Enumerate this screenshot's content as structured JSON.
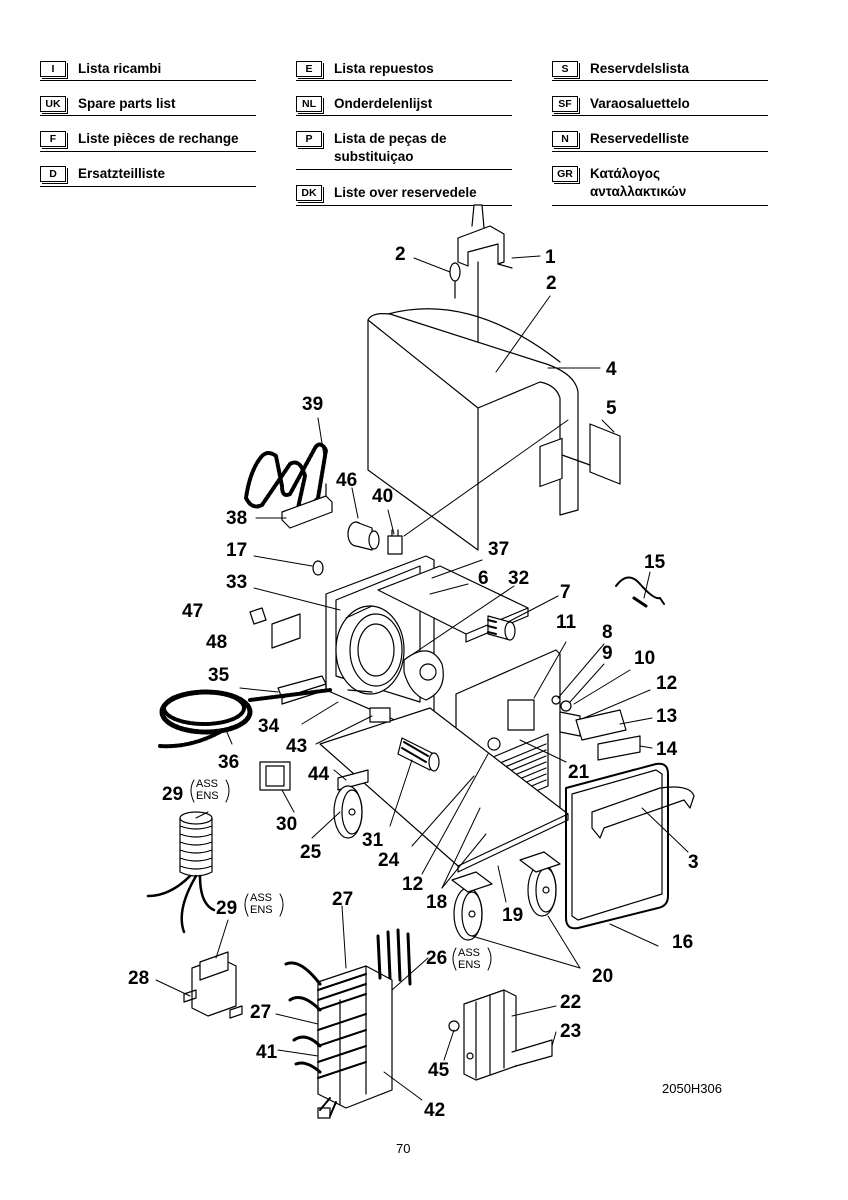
{
  "legend": [
    {
      "code": "I",
      "label": "Lista ricambi"
    },
    {
      "code": "UK",
      "label": "Spare parts list"
    },
    {
      "code": "F",
      "label": "Liste pièces de rechange"
    },
    {
      "code": "D",
      "label": "Ersatzteilliste"
    },
    {
      "code": "E",
      "label": "Lista repuestos"
    },
    {
      "code": "NL",
      "label": "Onderdelenlijst"
    },
    {
      "code": "P",
      "label": "Lista de peças de substituiçao"
    },
    {
      "code": "DK",
      "label": "Liste over reservedele"
    },
    {
      "code": "S",
      "label": "Reservdelslista"
    },
    {
      "code": "SF",
      "label": "Varaosaluettelo"
    },
    {
      "code": "N",
      "label": "Reservedelliste"
    },
    {
      "code": "GR",
      "label": "Κατάλογος ανταλλακτικών"
    }
  ],
  "callouts": [
    "1",
    "2",
    "2",
    "3",
    "4",
    "5",
    "6",
    "7",
    "8",
    "9",
    "10",
    "11",
    "12",
    "12",
    "13",
    "14",
    "15",
    "16",
    "17",
    "18",
    "19",
    "20",
    "21",
    "22",
    "23",
    "24",
    "25",
    "26",
    "27",
    "27",
    "28",
    "29",
    "29",
    "30",
    "31",
    "32",
    "33",
    "34",
    "35",
    "36",
    "37",
    "38",
    "39",
    "40",
    "41",
    "42",
    "43",
    "44",
    "45",
    "46",
    "47",
    "48"
  ],
  "assembly_note": {
    "line1": "ASS",
    "line2": "ENS"
  },
  "drawing_code": "2050H306",
  "page_number": "70"
}
